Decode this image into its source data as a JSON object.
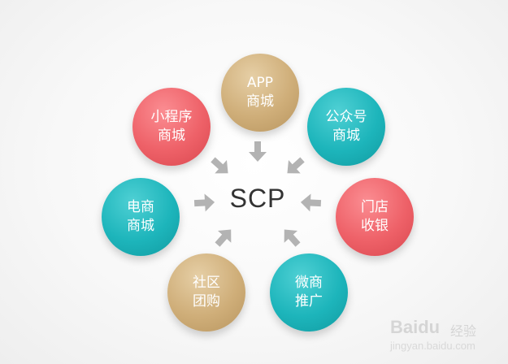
{
  "center": {
    "label": "SCP"
  },
  "nodes": [
    {
      "id": "app-mall",
      "lines": [
        "APP",
        "商城"
      ],
      "color": "gold"
    },
    {
      "id": "wechat-official-account",
      "lines": [
        "公众号",
        "商城"
      ],
      "color": "teal"
    },
    {
      "id": "store-checkout",
      "lines": [
        "门店",
        "收银"
      ],
      "color": "red"
    },
    {
      "id": "weishang-promotion",
      "lines": [
        "微商",
        "推广"
      ],
      "color": "teal"
    },
    {
      "id": "community-group-buying",
      "lines": [
        "社区",
        "团购"
      ],
      "color": "gold"
    },
    {
      "id": "ecommerce-mall",
      "lines": [
        "电商",
        "商城"
      ],
      "color": "teal"
    },
    {
      "id": "mini-program-mall",
      "lines": [
        "小程序",
        "商城"
      ],
      "color": "red"
    }
  ],
  "colors": {
    "gold": "#cfae79",
    "teal": "#1db5bb",
    "red": "#ee6168",
    "arrow": "#b3b3b3",
    "center_text": "#333333"
  },
  "watermark": {
    "brand": "Baidu",
    "sub": "经验",
    "url": "jingyan.baidu.com"
  }
}
